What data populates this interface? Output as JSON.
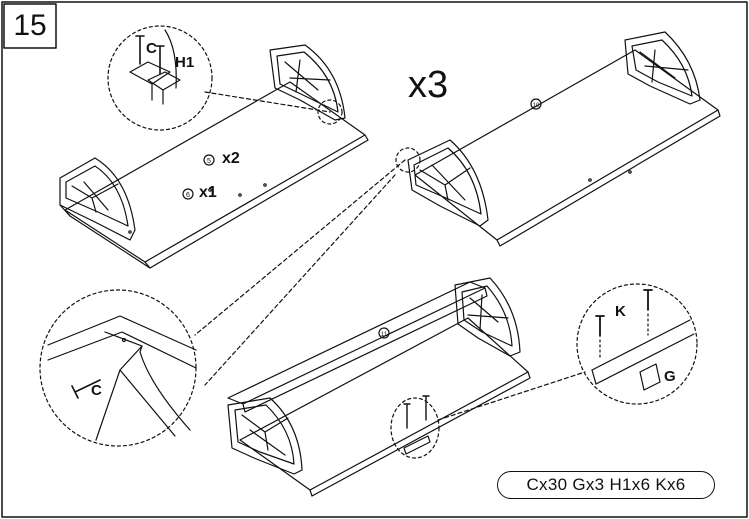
{
  "step": {
    "number": "15"
  },
  "multiplier": "x3",
  "callouts": {
    "top_left": {
      "screw": "C",
      "bracket": "H1"
    },
    "left_middle": {
      "screw": "C"
    },
    "right_middle": {
      "screw": "K",
      "bracket": "G"
    }
  },
  "panel_one": {
    "part_a": {
      "number": "5",
      "qty": "x2"
    },
    "part_b": {
      "number": "6",
      "qty": "x1"
    }
  },
  "panel_two": {
    "part": {
      "number": "10"
    }
  },
  "panel_three": {
    "part": {
      "number": "11"
    }
  },
  "parts_summary": "Cx30 Gx3 H1x6 Kx6",
  "colors": {
    "line": "#111111",
    "background": "#ffffff"
  }
}
